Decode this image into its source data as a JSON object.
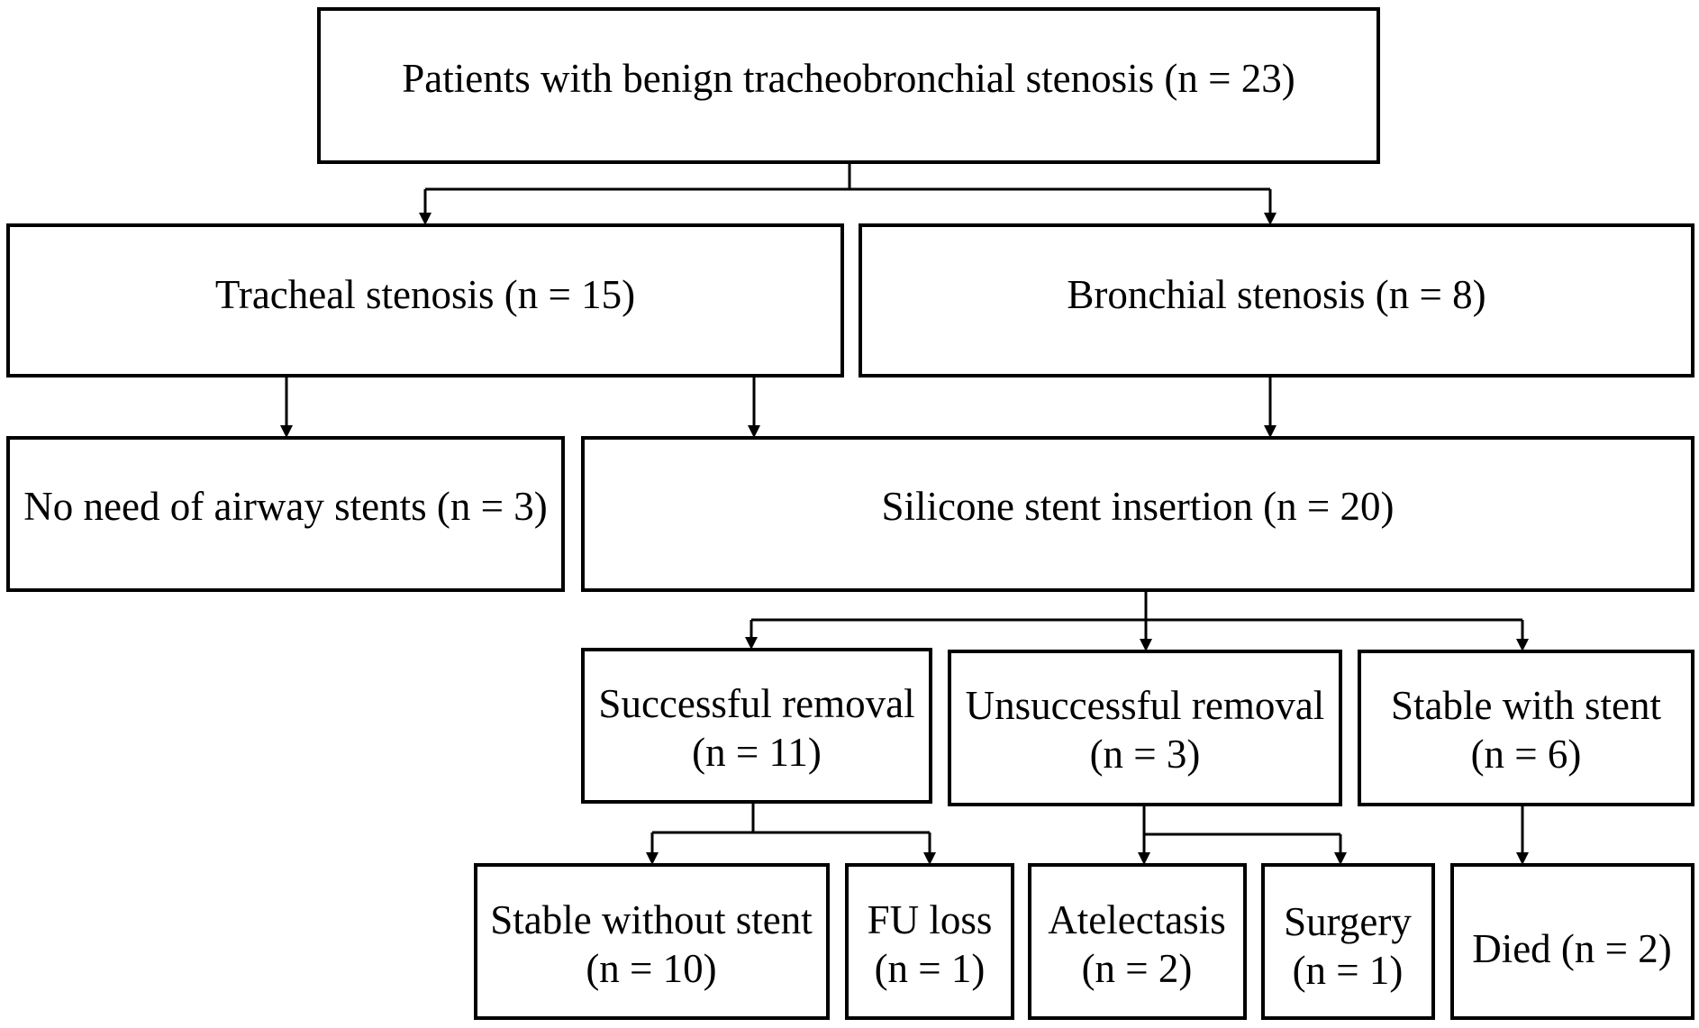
{
  "flowchart": {
    "nodes": {
      "patients": [
        "Patients with benign tracheobronchial stenosis (n = 23)"
      ],
      "tracheal": [
        "Tracheal stenosis (n = 15)"
      ],
      "bronchial": [
        "Bronchial stenosis (n = 8)"
      ],
      "no_stent": [
        "No need of airway stents (n = 3)"
      ],
      "silicone": [
        "Silicone stent insertion (n = 20)"
      ],
      "successful": [
        "Successful removal",
        "(n = 11)"
      ],
      "unsuccessful": [
        "Unsuccessful removal",
        "(n = 3)"
      ],
      "stable_with": [
        "Stable with stent",
        "(n = 6)"
      ],
      "stable_without": [
        "Stable without stent",
        "(n = 10)"
      ],
      "fu_loss": [
        "FU loss",
        "(n = 1)"
      ],
      "atelectasis": [
        "Atelectasis",
        "(n = 2)"
      ],
      "surgery": [
        "Surgery",
        "(n = 1)"
      ],
      "died": [
        "Died (n = 2)"
      ]
    }
  }
}
